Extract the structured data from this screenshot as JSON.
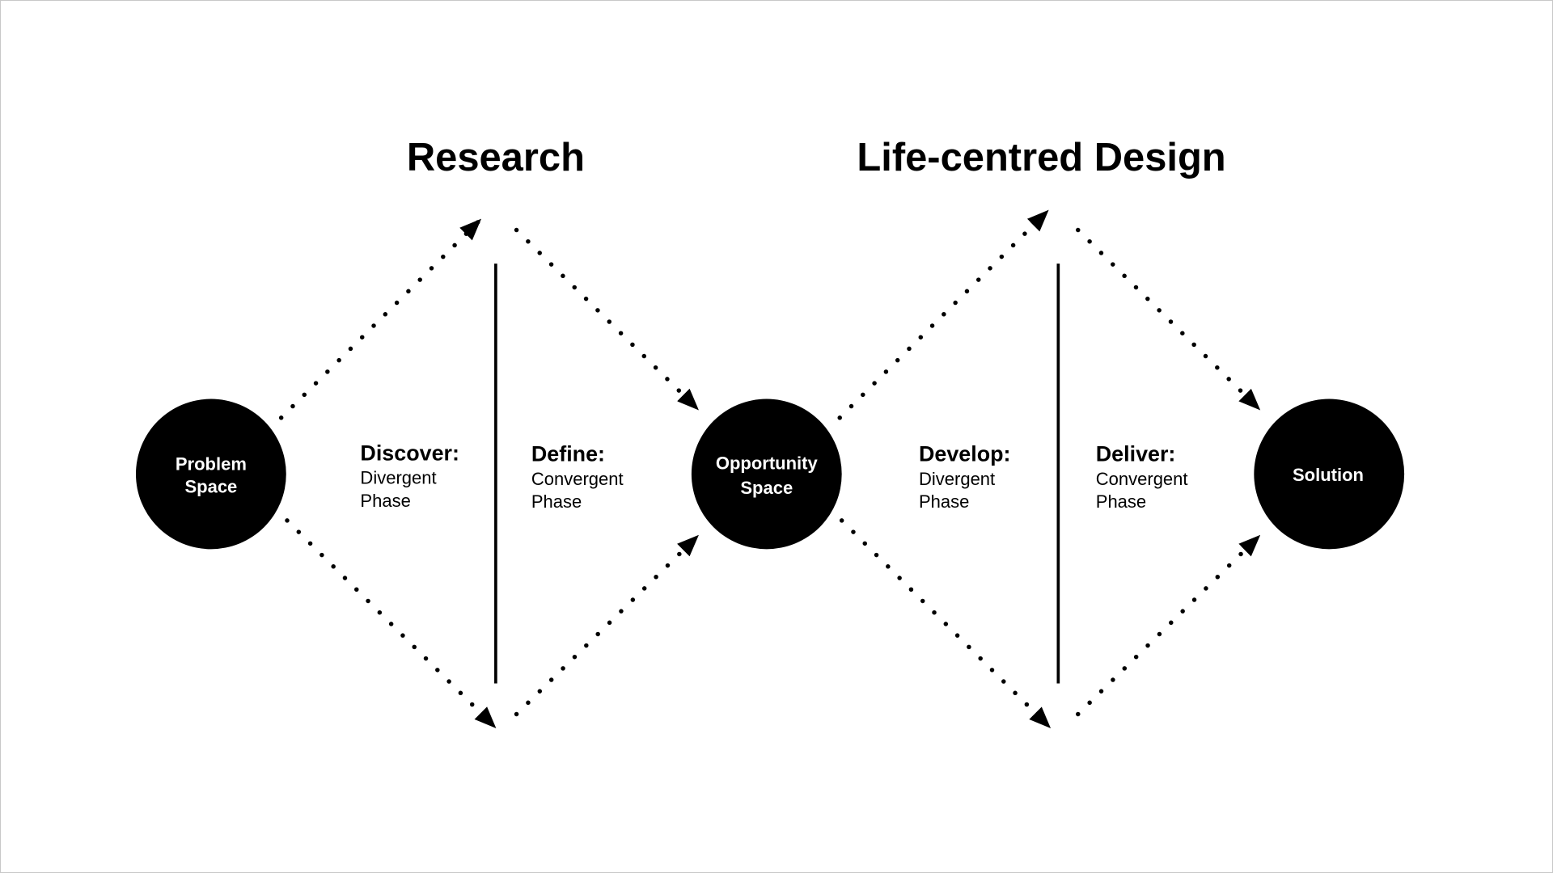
{
  "titles": {
    "research": "Research",
    "design": "Life-centred Design"
  },
  "nodes": {
    "problem": [
      "Problem",
      "Space"
    ],
    "opportunity": [
      "Opportunity",
      "Space"
    ],
    "solution": [
      "Solution"
    ]
  },
  "phases": {
    "discover": {
      "name": "Discover:",
      "type": [
        "Divergent",
        "Phase"
      ]
    },
    "define": {
      "name": "Define:",
      "type": [
        "Convergent",
        "Phase"
      ]
    },
    "develop": {
      "name": "Develop:",
      "type": [
        "Divergent",
        "Phase"
      ]
    },
    "deliver": {
      "name": "Deliver:",
      "type": [
        "Convergent",
        "Phase"
      ]
    }
  },
  "colors": {
    "ink": "#000000",
    "background": "#ffffff"
  }
}
